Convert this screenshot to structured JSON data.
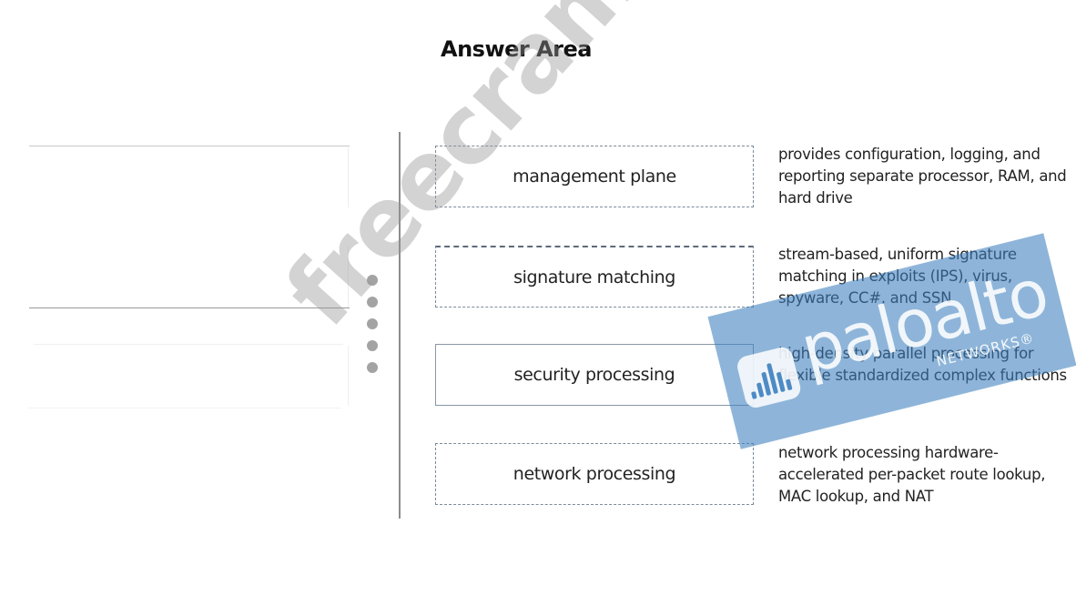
{
  "title": "Answer Area",
  "source_items": [
    {
      "label": ""
    },
    {
      "label": ""
    },
    {
      "label": ""
    }
  ],
  "drag_handle": {
    "icon": "drag-handle-dots-icon",
    "dot_count": 5
  },
  "targets": [
    {
      "label": "management plane",
      "description": "provides configuration, logging, and reporting separate processor, RAM, and hard drive"
    },
    {
      "label": "signature matching",
      "description": "stream-based, uniform signature matching in exploits (IPS), virus, spyware, CC#, and SSN"
    },
    {
      "label": "security processing",
      "description": "high-density parallel processing for flexible standardized complex functions"
    },
    {
      "label": "network processing",
      "description": "network processing hardware-accelerated per-packet route lookup, MAC lookup, and NAT"
    }
  ],
  "watermarks": {
    "site": "freecram.net",
    "brand": "paloalto",
    "brand_sub": "NETWORKS®",
    "brand_color": "#3c80be"
  }
}
